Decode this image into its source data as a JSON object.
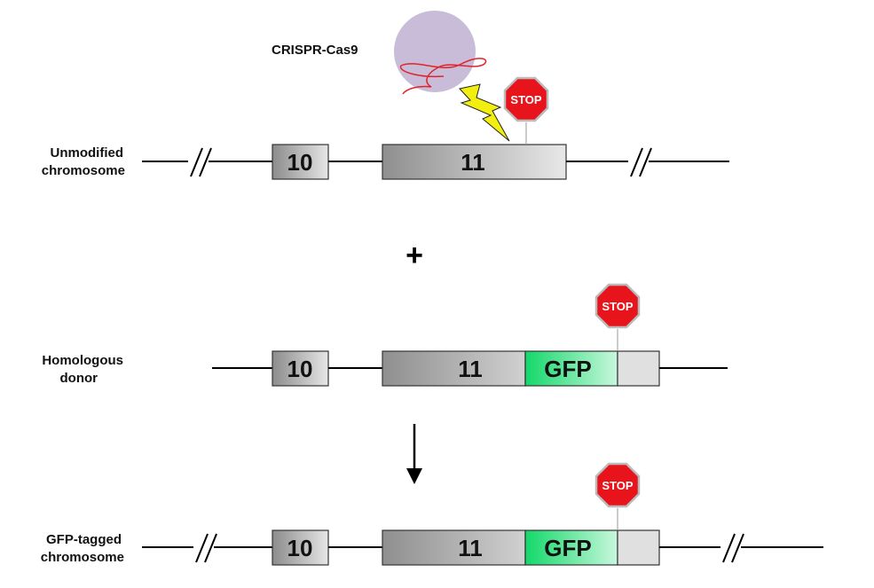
{
  "cas9": {
    "label": "CRISPR-Cas9"
  },
  "rows": {
    "unmodified": {
      "label_line1": "Unmodified",
      "label_line2": "chromosome",
      "exon_a": "10",
      "exon_b": "11"
    },
    "donor": {
      "label_line1": "Homologous",
      "label_line2": "donor",
      "exon_a": "10",
      "exon_b": "11",
      "tag": "GFP"
    },
    "tagged": {
      "label_line1": "GFP-tagged",
      "label_line2": "chromosome",
      "exon_a": "10",
      "exon_b": "11",
      "tag": "GFP"
    }
  },
  "stop_signs": {
    "unmodified": "STOP",
    "donor": "STOP",
    "tagged": "STOP"
  },
  "operators": {
    "plus": "+"
  },
  "colors": {
    "exon_dark": "#8c8c8c",
    "exon_light": "#e6e6e6",
    "gfp_dark": "#13d86a",
    "gfp_light": "#c8f7dc",
    "utr": "#e0e0e0",
    "stop_red": "#e8141c",
    "cas9_purple": "#c9bcd8",
    "rna_red": "#e0242c",
    "lightning_yellow": "#f2ef10"
  }
}
